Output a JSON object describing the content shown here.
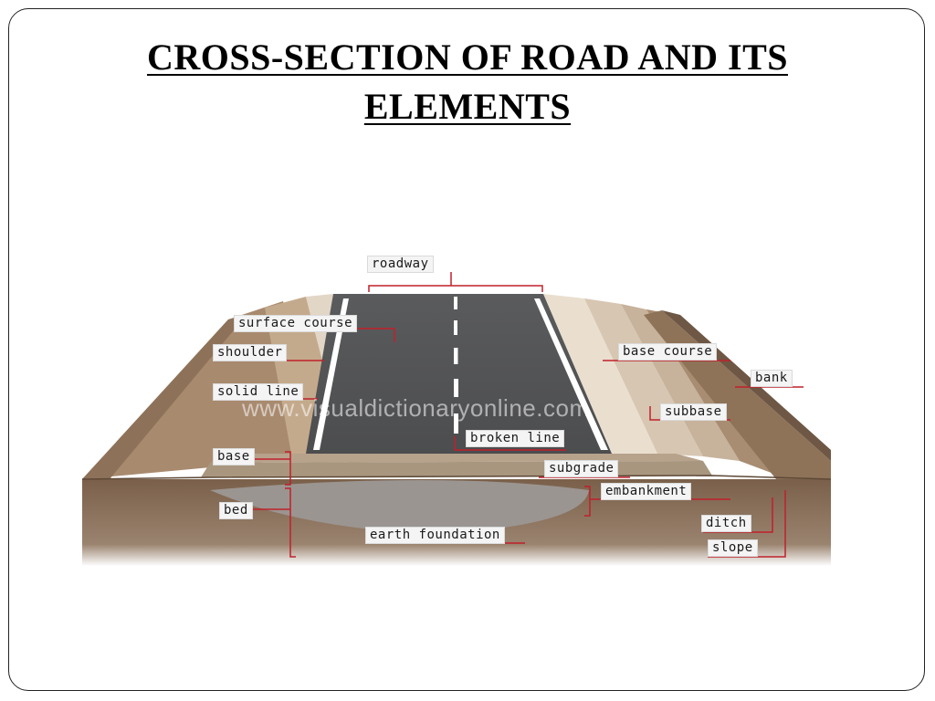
{
  "slide": {
    "title_line1": "CROSS-SECTION OF ROAD AND ITS",
    "title_line2": "ELEMENTS"
  },
  "diagram": {
    "watermark": "www.visualdictionaryonline.com",
    "labels": {
      "roadway": "roadway",
      "surface_course": "surface course",
      "shoulder": "shoulder",
      "solid_line": "solid line",
      "base": "base",
      "bed": "bed",
      "earth_foundation": "earth foundation",
      "broken_line": "broken line",
      "base_course": "base course",
      "bank": "bank",
      "subbase": "subbase",
      "subgrade": "subgrade",
      "embankment": "embankment",
      "ditch": "ditch",
      "slope": "slope"
    },
    "colors": {
      "asphalt": "#58595b",
      "earth": "#8a6f57",
      "earth_dark": "#6f5642",
      "base_layer": "#c9b8a3",
      "shoulder": "#b89c80",
      "leader": "#c0202a"
    }
  }
}
